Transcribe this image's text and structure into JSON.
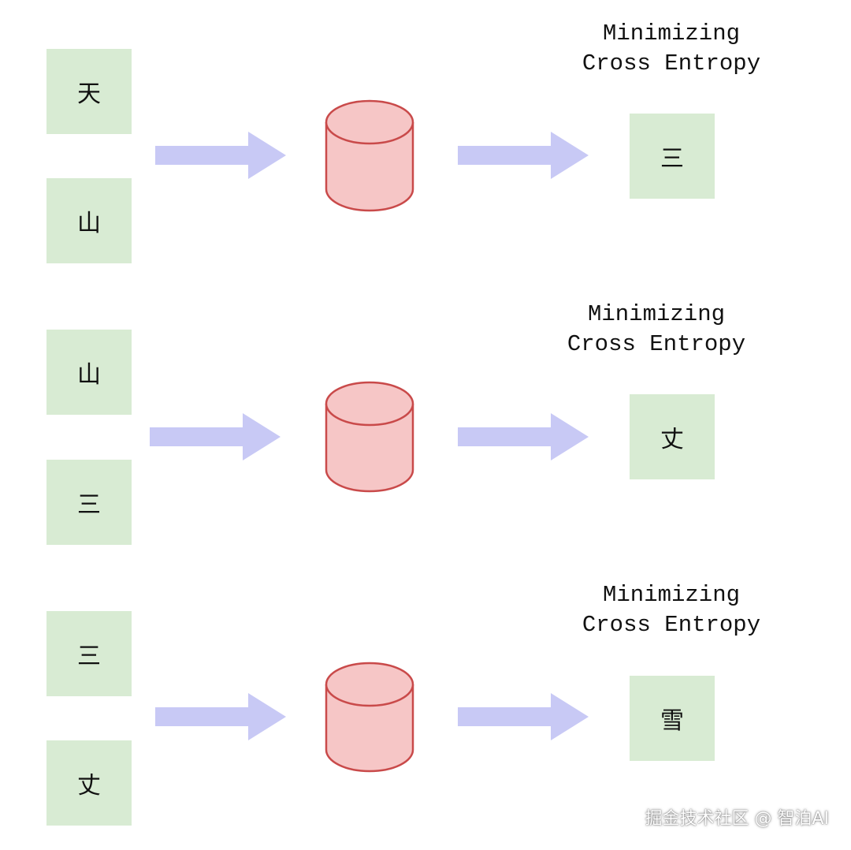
{
  "colors": {
    "tile": "#d8ebd3",
    "arrow": "#c8c9f5",
    "cylinder_fill": "#f6c6c6",
    "cylinder_stroke": "#c94a4a"
  },
  "rows": [
    {
      "inputs": [
        "天",
        "山"
      ],
      "label_line1": "Minimizing",
      "label_line2": "Cross Entropy",
      "output": "三"
    },
    {
      "inputs": [
        "山",
        "三"
      ],
      "label_line1": "Minimizing",
      "label_line2": "Cross Entropy",
      "output": "丈"
    },
    {
      "inputs": [
        "三",
        "丈"
      ],
      "label_line1": "Minimizing",
      "label_line2": "Cross Entropy",
      "output": "雪"
    }
  ],
  "watermark": "掘金技术社区 @ 智泊AI"
}
